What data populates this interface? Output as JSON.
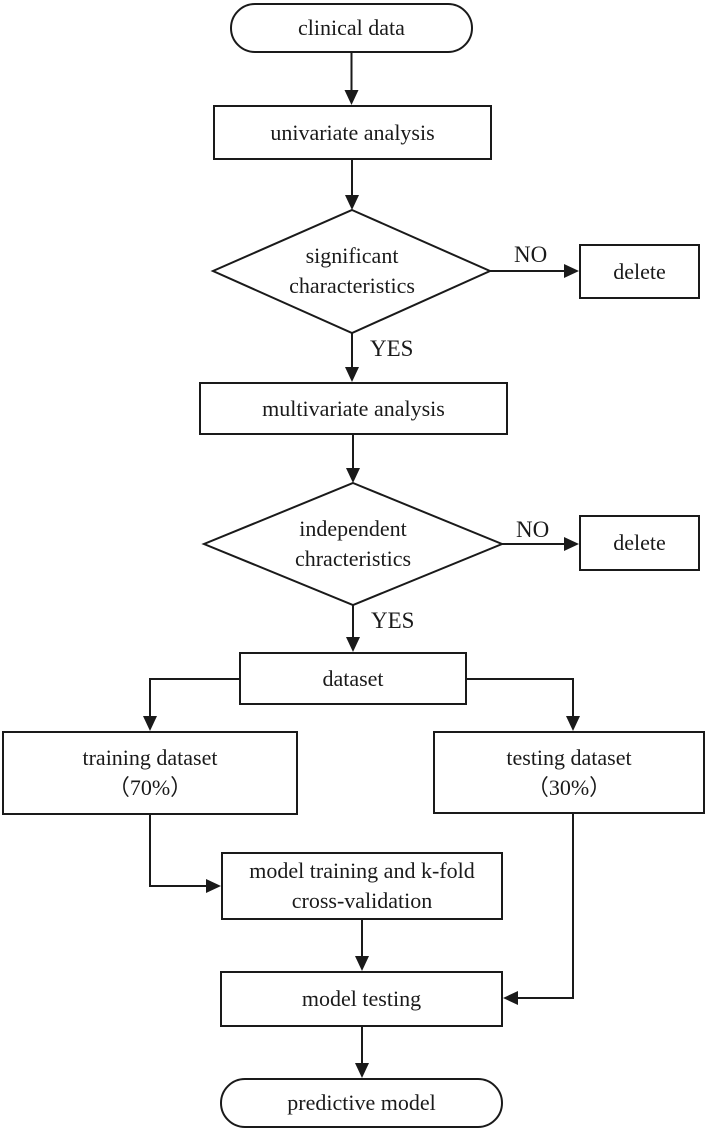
{
  "diagram": {
    "background": "#ffffff",
    "stroke_color": "#1a1a1a",
    "nodes": {
      "clinical_data": {
        "label": "clinical data"
      },
      "univariate_analysis": {
        "label": "univariate analysis"
      },
      "significant_characteristics": {
        "line1": "significant",
        "line2": "characteristics"
      },
      "delete_1": {
        "label": "delete"
      },
      "multivariate_analysis": {
        "label": "multivariate analysis"
      },
      "independent_characteristics": {
        "line1": "independent",
        "line2": "chracteristics"
      },
      "delete_2": {
        "label": "delete"
      },
      "dataset": {
        "label": "dataset"
      },
      "training_dataset": {
        "line1": "training dataset",
        "line2": "（70%）"
      },
      "testing_dataset": {
        "line1": "testing dataset",
        "line2": "（30%）"
      },
      "model_training": {
        "line1": "model training and k-fold",
        "line2": "cross-validation"
      },
      "model_testing": {
        "label": "model testing"
      },
      "predictive_model": {
        "label": "predictive model"
      }
    },
    "edge_labels": {
      "no_1": "NO",
      "yes_1": "YES",
      "no_2": "NO",
      "yes_2": "YES"
    }
  }
}
